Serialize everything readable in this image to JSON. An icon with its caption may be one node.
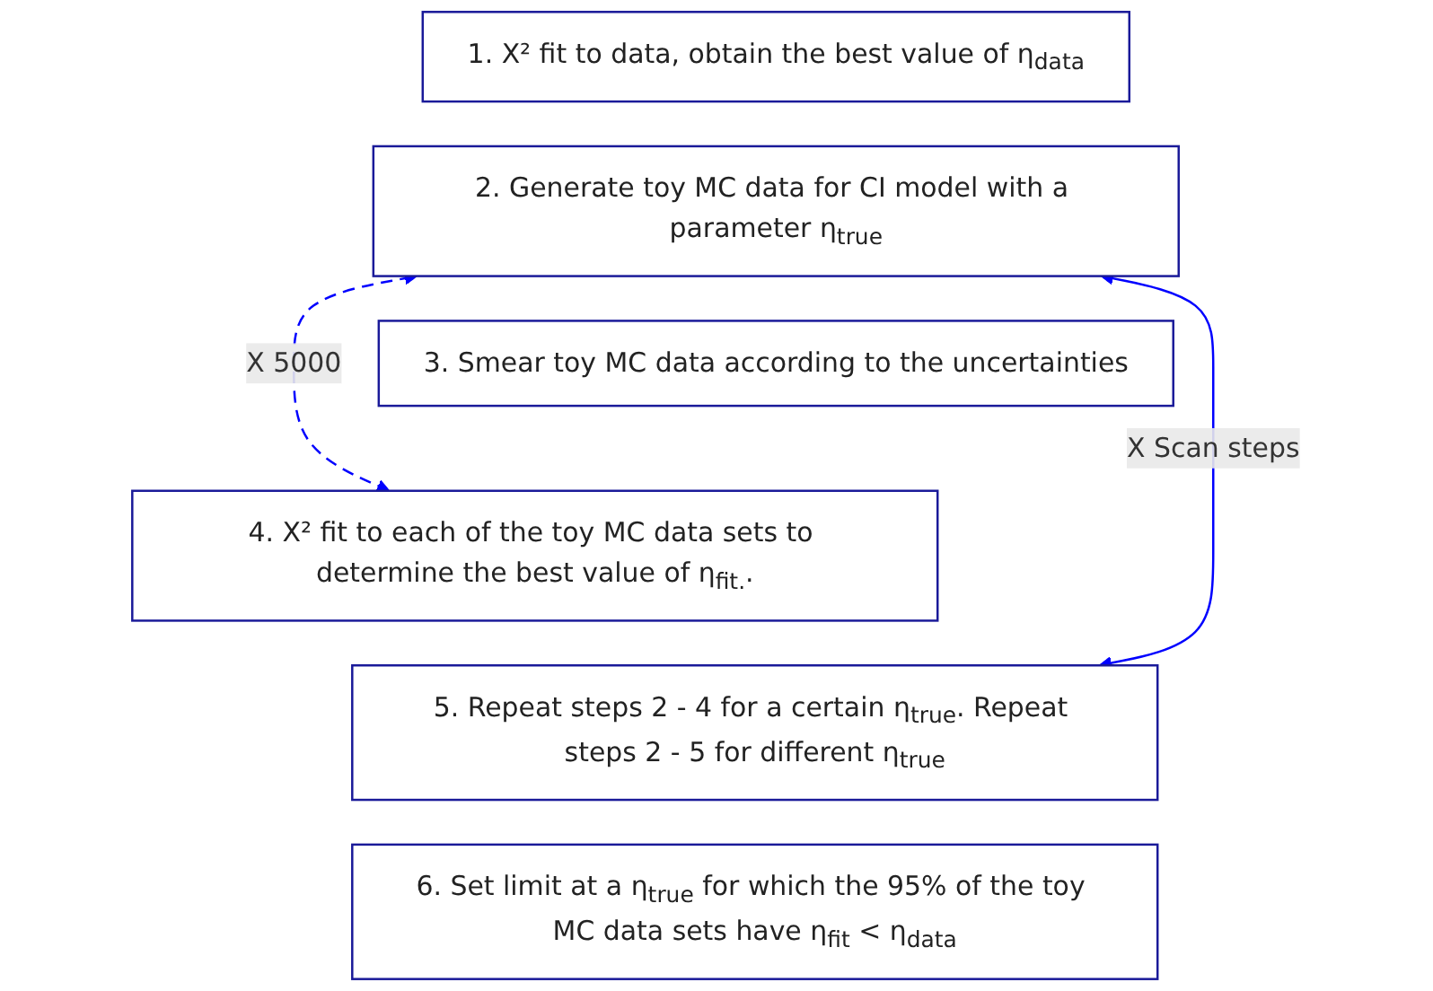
{
  "diagram": {
    "nodes": [
      {
        "text": [
          "1. X² fit to data, obtain the best value of η$_{data}$"
        ]
      },
      {
        "text": [
          "2. Generate toy MC data for CI model with a parameter η$_{true}$"
        ]
      },
      {
        "text": [
          "3. Smear toy MC data according to the uncertainties"
        ]
      },
      {
        "text": [
          "4. X² fit to each of the toy MC data sets to determine the best value of η$_{fit.}$."
        ]
      },
      {
        "text": [
          "5. Repeat steps 2 - 4 for a certain η$_{true}$. Repeat steps 2 - 5 for different η$_{true}$"
        ]
      },
      {
        "text": [
          "6. Set limit at a η$_{true}$ for which the 95% of the toy MC data sets have η$_{fit}$ < η$_{data}$"
        ]
      }
    ],
    "edges": [
      {
        "from": 4,
        "to": 1,
        "arrow": "both",
        "label": "X Scan steps"
      },
      {
        "from": 1,
        "to": 3,
        "arrow": "both",
        "style": "dashed",
        "label": "X 5000"
      }
    ]
  }
}
